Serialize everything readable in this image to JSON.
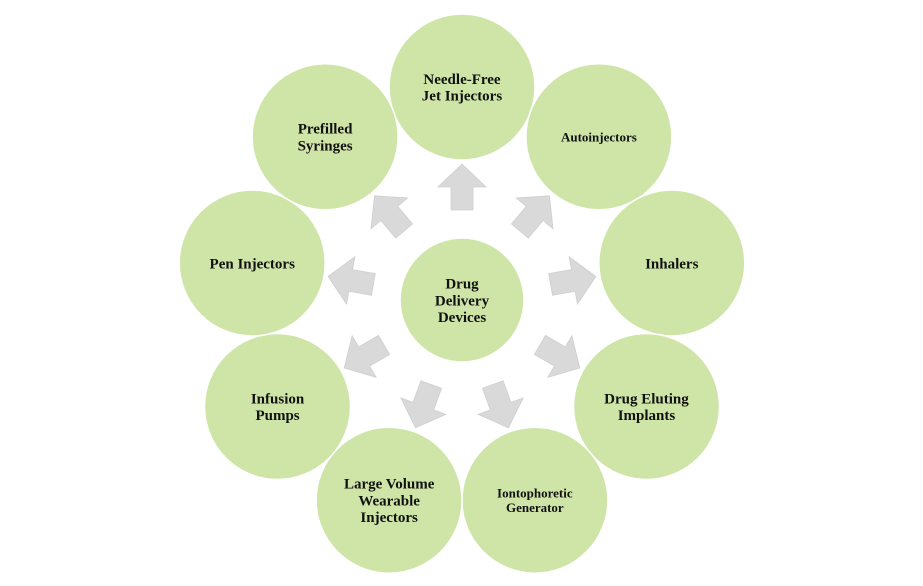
{
  "center": {
    "lines": [
      "Drug",
      "Delivery",
      "Devices"
    ]
  },
  "nodes": [
    {
      "id": "needle-free-jet-injectors",
      "lines": [
        "Needle-Free",
        "Jet Injectors"
      ]
    },
    {
      "id": "autoinjectors",
      "lines": [
        "Autoinjectors"
      ]
    },
    {
      "id": "inhalers",
      "lines": [
        "Inhalers"
      ]
    },
    {
      "id": "drug-eluting-implants",
      "lines": [
        "Drug Eluting",
        "Implants"
      ]
    },
    {
      "id": "iontophoretic-generator",
      "lines": [
        "Iontophoretic",
        "Generator"
      ]
    },
    {
      "id": "large-volume-wearable-injectors",
      "lines": [
        "Large Volume",
        "Wearable",
        "Injectors"
      ]
    },
    {
      "id": "infusion-pumps",
      "lines": [
        "Infusion",
        "Pumps"
      ]
    },
    {
      "id": "pen-injectors",
      "lines": [
        "Pen Injectors"
      ]
    },
    {
      "id": "prefilled-syringes",
      "lines": [
        "Prefilled",
        "Syringes"
      ]
    }
  ],
  "colors": {
    "node_fill": "#cfe5a8",
    "arrow_fill": "#d9d9d9",
    "text": "#111111"
  }
}
